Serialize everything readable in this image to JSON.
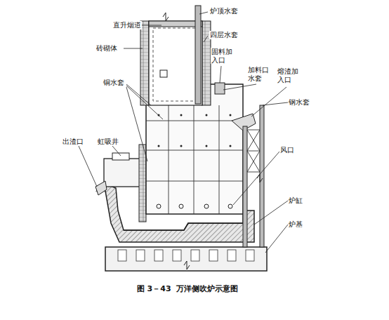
{
  "diagram": {
    "caption": "图 3－43  万洋侧吹炉示意图",
    "labels": [
      "直升烟道",
      "砖砌体",
      "铜水套",
      "出渣口",
      "虹吸井",
      "炉顶水套",
      "四层水套",
      "固料加入口",
      "加料口水套",
      "熔渣加入口",
      "钢水套",
      "风口",
      "炉缸",
      "炉基"
    ]
  }
}
